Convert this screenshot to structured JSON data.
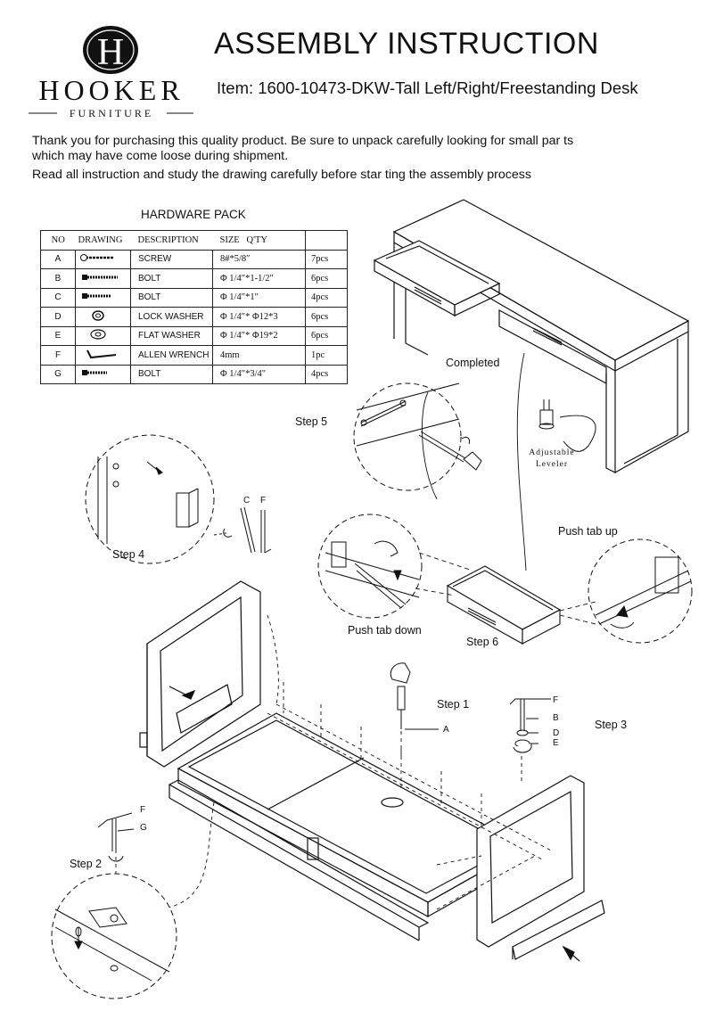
{
  "brand": {
    "logo_letter": "H",
    "name": "HOOKER",
    "sub": "FURNITURE"
  },
  "header": {
    "title": "ASSEMBLY INSTRUCTION",
    "item": "Item: 1600-10473-DKW-Tall Left/Right/Freestanding Desk"
  },
  "intro": {
    "line1": "Thank you for purchasing this quality product. Be sure to unpack carefully looking for small par  ts",
    "line2": "which may have come loose during  shipment.",
    "line3": "Read all instruction and study the drawing carefully before star ting the assembly process"
  },
  "hardware": {
    "title": "HARDWARE PACK",
    "headers": {
      "no": "NO",
      "drawing": "DRAWING",
      "description": "DESCRIPTION",
      "size": "SIZE",
      "qty": "Q'TY"
    },
    "rows": [
      {
        "no": "A",
        "description": "SCREW",
        "size": "8#*5/8″",
        "qty": "7pcs",
        "icon": "screw-icon"
      },
      {
        "no": "B",
        "description": "BOLT",
        "size": "Φ 1/4″*1-1/2\"",
        "qty": "6pcs",
        "icon": "bolt-icon"
      },
      {
        "no": "C",
        "description": "BOLT",
        "size": "Φ 1/4″*1\"",
        "qty": "4pcs",
        "icon": "bolt-icon"
      },
      {
        "no": "D",
        "description": "LOCK WASHER",
        "size": "Φ 1/4″* Φ12*3",
        "qty": "6pcs",
        "icon": "lock-washer-icon"
      },
      {
        "no": "E",
        "description": "FLAT WASHER",
        "size": "Φ 1/4″* Φ19*2",
        "qty": "6pcs",
        "icon": "flat-washer-icon"
      },
      {
        "no": "F",
        "description": "ALLEN WRENCH",
        "size": "4mm",
        "qty": "1pc",
        "icon": "allen-wrench-icon"
      },
      {
        "no": "G",
        "description": "BOLT",
        "size": "Φ 1/4″*3/4\"",
        "qty": "4pcs",
        "icon": "bolt-icon"
      }
    ]
  },
  "labels": {
    "completed": "Completed",
    "adjustable": "Adjustable",
    "leveler": "Leveler",
    "step1": "Step 1",
    "step2": "Step 2",
    "step3": "Step 3",
    "step4": "Step 4",
    "step5": "Step 5",
    "step6": "Step 6",
    "push_down": "Push tab down",
    "push_up": "Push tab up",
    "part_a": "A",
    "part_b": "B",
    "part_c": "C",
    "part_d": "D",
    "part_e": "E",
    "part_f": "F",
    "part_g": "G"
  },
  "colors": {
    "ink": "#111111",
    "paper": "#ffffff"
  }
}
